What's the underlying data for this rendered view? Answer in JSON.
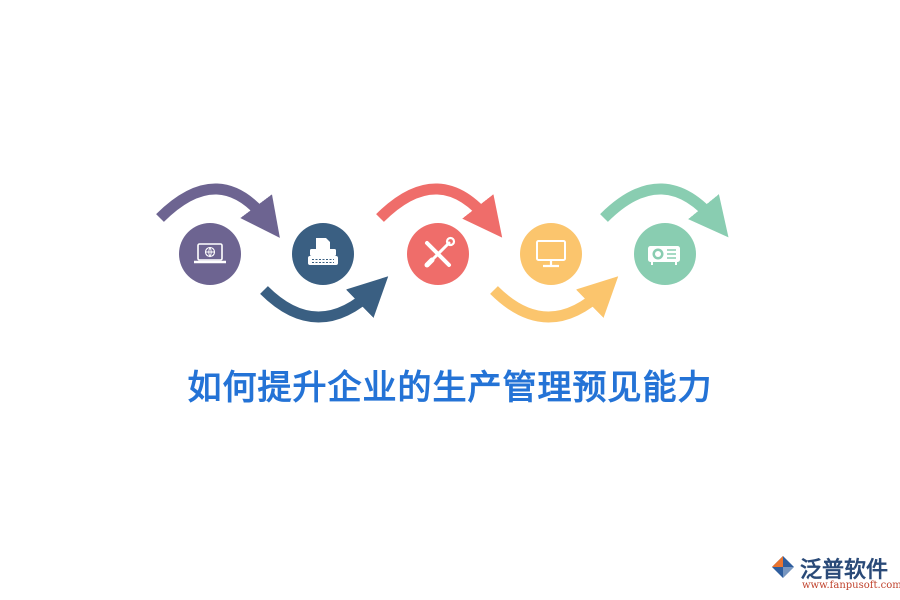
{
  "headline": "如何提升企业的生产管理预见能力",
  "steps": [
    {
      "icon": "laptop-globe-icon",
      "color": "#6d6491",
      "arrow": "top"
    },
    {
      "icon": "typewriter-icon",
      "color": "#3a5f82",
      "arrow": "bottom"
    },
    {
      "icon": "tools-icon",
      "color": "#ef6d6a",
      "arrow": "top"
    },
    {
      "icon": "monitor-icon",
      "color": "#fbc56d",
      "arrow": "bottom"
    },
    {
      "icon": "projector-icon",
      "color": "#89cdb1",
      "arrow": "top"
    }
  ],
  "brand": {
    "name": "泛普软件",
    "url": "www.fanpusoft.com",
    "mark_colors": [
      "#e9742f",
      "#2f5e9e"
    ]
  }
}
